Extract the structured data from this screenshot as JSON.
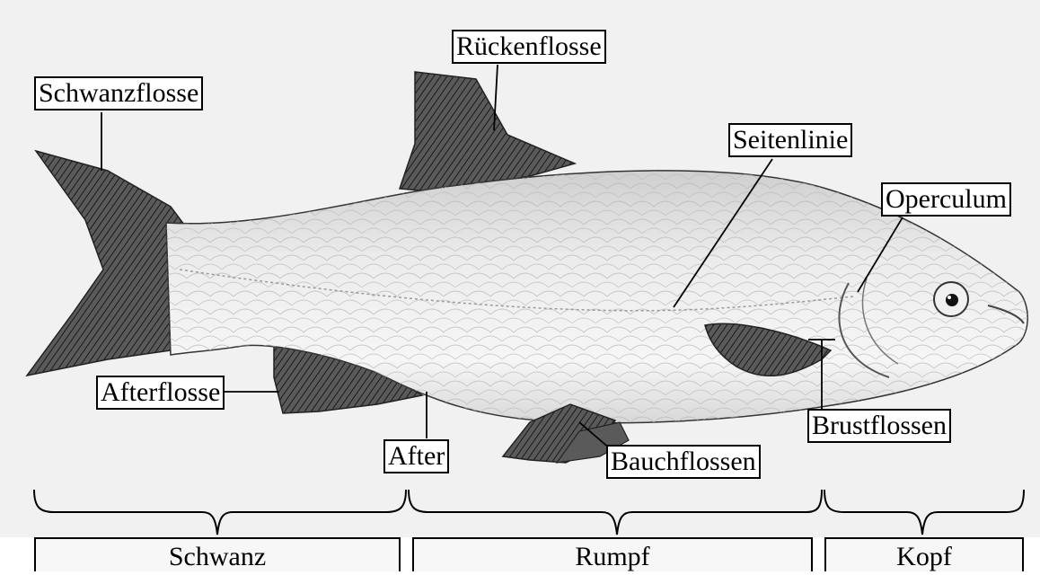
{
  "labels": {
    "schwanzflosse": "Schwanzflosse",
    "rueckenflosse": "Rückenflosse",
    "seitenlinie": "Seitenlinie",
    "operculum": "Operculum",
    "afterflosse": "Afterflosse",
    "after": "After",
    "bauchflossen": "Bauchflossen",
    "brustflossen": "Brustflossen"
  },
  "regions": {
    "schwanz": "Schwanz",
    "rumpf": "Rumpf",
    "kopf": "Kopf"
  }
}
